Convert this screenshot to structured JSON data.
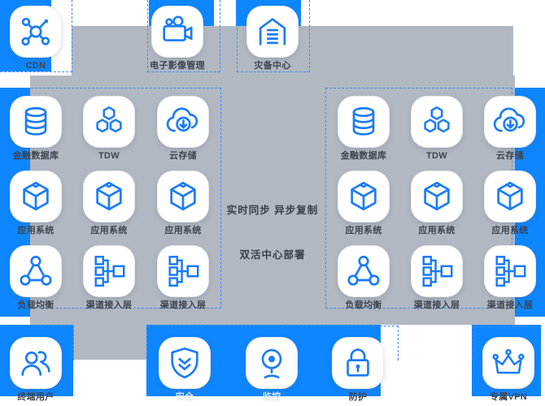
{
  "colors": {
    "panel_blue": "#0d86ff",
    "panel_gray": "#b2b8c2",
    "icon_stroke": "#1b7cf7",
    "dashed_border": "#3e8bf8",
    "label_dark": "#3d4450",
    "label_light": "#e2eaf4"
  },
  "top_row": [
    {
      "label": "CDN",
      "icon": "network-icon"
    },
    {
      "label": "电子影像管理",
      "icon": "video-camera-icon"
    },
    {
      "label": "灾备中心",
      "icon": "warehouse-icon"
    }
  ],
  "left_grid": {
    "items": [
      {
        "label": "金融数据库",
        "icon": "database-icon"
      },
      {
        "label": "TDW",
        "icon": "hexagons-icon"
      },
      {
        "label": "云存储",
        "icon": "cloud-download-icon"
      },
      {
        "label": "应用系统",
        "icon": "cube-icon"
      },
      {
        "label": "应用系统",
        "icon": "cube-icon"
      },
      {
        "label": "应用系统",
        "icon": "cube-icon"
      },
      {
        "label": "负载均衡",
        "icon": "load-balancer-icon"
      },
      {
        "label": "渠道接入层",
        "icon": "channel-tree-icon"
      },
      {
        "label": "渠道接入层",
        "icon": "channel-tree-icon"
      }
    ]
  },
  "right_grid": {
    "items": [
      {
        "label": "金融数据库",
        "icon": "database-icon"
      },
      {
        "label": "TDW",
        "icon": "hexagons-icon"
      },
      {
        "label": "云存储",
        "icon": "cloud-download-icon"
      },
      {
        "label": "应用系统",
        "icon": "cube-icon"
      },
      {
        "label": "应用系统",
        "icon": "cube-icon"
      },
      {
        "label": "应用系统",
        "icon": "cube-icon"
      },
      {
        "label": "负载均衡",
        "icon": "load-balancer-icon"
      },
      {
        "label": "渠道接入层",
        "icon": "channel-tree-icon"
      },
      {
        "label": "渠道接入层",
        "icon": "channel-tree-icon"
      }
    ]
  },
  "center_text": {
    "line1": "实时同步  异步复制",
    "line2": "双活中心部署"
  },
  "bottom_row": [
    {
      "label": "终端用户",
      "icon": "users-icon",
      "tone": "dark"
    },
    {
      "label": "安全",
      "icon": "shield-icon",
      "tone": "light"
    },
    {
      "label": "监控",
      "icon": "webcam-icon",
      "tone": "light"
    },
    {
      "label": "防护",
      "icon": "lock-icon",
      "tone": "dark"
    },
    {
      "label": "专属VPN",
      "icon": "crown-icon",
      "tone": "dark"
    }
  ]
}
